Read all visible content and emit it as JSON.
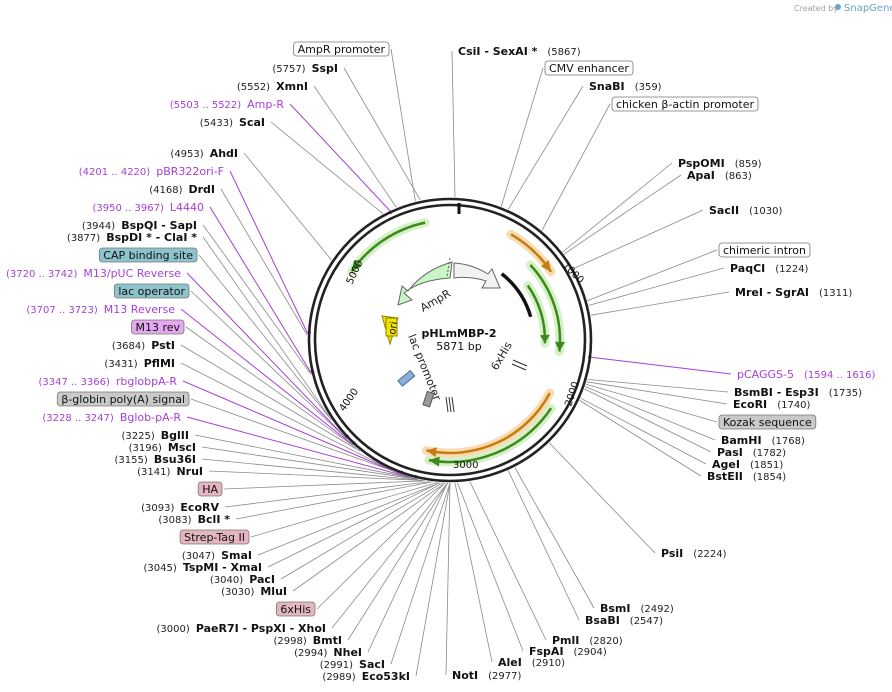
{
  "credit": {
    "text": "Created by",
    "brand": "SnapGene"
  },
  "plasmid": {
    "name": "pHLmMBP-2",
    "size": "5871 bp"
  },
  "ticks": [
    "1000",
    "2000",
    "3000",
    "4000",
    "5000"
  ],
  "inner_labels": {
    "ampr": "AmpR",
    "ori": "ori",
    "lac_promoter": "lac promoter",
    "his": "6xHis"
  },
  "labels": [
    {
      "name": "AmpR promoter",
      "kind": "feature",
      "style": "white"
    },
    {
      "name": "SspI",
      "pos": "(5757)",
      "kind": "enzyme"
    },
    {
      "name": "XmnI",
      "pos": "(5552)",
      "kind": "enzyme"
    },
    {
      "name": "Amp-R",
      "pos": "(5503 .. 5522)",
      "kind": "primer"
    },
    {
      "name": "ScaI",
      "pos": "(5433)",
      "kind": "enzyme"
    },
    {
      "name": "AhdI",
      "pos": "(4953)",
      "kind": "enzyme"
    },
    {
      "name": "pBR322ori-F",
      "pos": "(4201 .. 4220)",
      "kind": "primer"
    },
    {
      "name": "DrdI",
      "pos": "(4168)",
      "kind": "enzyme"
    },
    {
      "name": "L4440",
      "pos": "(3950 .. 3967)",
      "kind": "primer"
    },
    {
      "name": "BspQI  - SapI",
      "pos": "(3944)",
      "kind": "enzyme"
    },
    {
      "name": "BspDI *  - ClaI *",
      "pos": "(3877)",
      "kind": "enzyme"
    },
    {
      "name": "CAP binding site",
      "kind": "feature",
      "style": "teal"
    },
    {
      "name": "M13/pUC Reverse",
      "pos": "(3720 .. 3742)",
      "kind": "primer"
    },
    {
      "name": "lac operator",
      "kind": "feature",
      "style": "teal"
    },
    {
      "name": "M13 Reverse",
      "pos": "(3707 .. 3723)",
      "kind": "primer"
    },
    {
      "name": "M13 rev",
      "kind": "feature",
      "style": "violet"
    },
    {
      "name": "PstI",
      "pos": "(3684)",
      "kind": "enzyme"
    },
    {
      "name": "PflMI",
      "pos": "(3431)",
      "kind": "enzyme"
    },
    {
      "name": "rbglobpA-R",
      "pos": "(3347 .. 3366)",
      "kind": "primer"
    },
    {
      "name": "β-globin poly(A) signal",
      "kind": "feature",
      "style": "gray"
    },
    {
      "name": "Bglob-pA-R",
      "pos": "(3228 .. 3247)",
      "kind": "primer"
    },
    {
      "name": "BglII",
      "pos": "(3225)",
      "kind": "enzyme"
    },
    {
      "name": "MscI",
      "pos": "(3196)",
      "kind": "enzyme"
    },
    {
      "name": "Bsu36I",
      "pos": "(3155)",
      "kind": "enzyme"
    },
    {
      "name": "NruI",
      "pos": "(3141)",
      "kind": "enzyme"
    },
    {
      "name": "HA",
      "kind": "feature",
      "style": "pink"
    },
    {
      "name": "EcoRV",
      "pos": "(3093)",
      "kind": "enzyme"
    },
    {
      "name": "BclI *",
      "pos": "(3083)",
      "kind": "enzyme"
    },
    {
      "name": "Strep-Tag II",
      "kind": "feature",
      "style": "pink"
    },
    {
      "name": "SmaI",
      "pos": "(3047)",
      "kind": "enzyme"
    },
    {
      "name": "TspMI  - XmaI",
      "pos": "(3045)",
      "kind": "enzyme"
    },
    {
      "name": "PacI",
      "pos": "(3040)",
      "kind": "enzyme"
    },
    {
      "name": "MluI",
      "pos": "(3030)",
      "kind": "enzyme"
    },
    {
      "name": "6xHis",
      "kind": "feature",
      "style": "pink"
    },
    {
      "name": "PaeR7I  - PspXI  - XhoI",
      "pos": "(3000)",
      "kind": "enzyme"
    },
    {
      "name": "BmtI",
      "pos": "(2998)",
      "kind": "enzyme"
    },
    {
      "name": "NheI",
      "pos": "(2994)",
      "kind": "enzyme"
    },
    {
      "name": "SacI",
      "pos": "(2991)",
      "kind": "enzyme"
    },
    {
      "name": "Eco53kI",
      "pos": "(2989)",
      "kind": "enzyme"
    },
    {
      "name": "CsiI  - SexAI *",
      "pos": "(5867)",
      "kind": "enzyme"
    },
    {
      "name": "CMV enhancer",
      "kind": "feature",
      "style": "white"
    },
    {
      "name": "SnaBI",
      "pos": "(359)",
      "kind": "enzyme"
    },
    {
      "name": "chicken β-actin promoter",
      "kind": "feature",
      "style": "white"
    },
    {
      "name": "PspOMI",
      "pos": "(859)",
      "kind": "enzyme"
    },
    {
      "name": "ApaI",
      "pos": "(863)",
      "kind": "enzyme"
    },
    {
      "name": "SacII",
      "pos": "(1030)",
      "kind": "enzyme"
    },
    {
      "name": "chimeric intron",
      "kind": "feature",
      "style": "white"
    },
    {
      "name": "PaqCI",
      "pos": "(1224)",
      "kind": "enzyme"
    },
    {
      "name": "MreI  - SgrAI",
      "pos": "(1311)",
      "kind": "enzyme"
    },
    {
      "name": "pCAGGS-5",
      "pos": "(1594 .. 1616)",
      "kind": "primer"
    },
    {
      "name": "BsmBI  - Esp3I",
      "pos": "(1735)",
      "kind": "enzyme"
    },
    {
      "name": "EcoRI",
      "pos": "(1740)",
      "kind": "enzyme"
    },
    {
      "name": "Kozak sequence",
      "kind": "feature",
      "style": "gray"
    },
    {
      "name": "BamHI",
      "pos": "(1768)",
      "kind": "enzyme"
    },
    {
      "name": "PasI",
      "pos": "(1782)",
      "kind": "enzyme"
    },
    {
      "name": "AgeI",
      "pos": "(1851)",
      "kind": "enzyme"
    },
    {
      "name": "BstEII",
      "pos": "(1854)",
      "kind": "enzyme"
    },
    {
      "name": "PsiI",
      "pos": "(2224)",
      "kind": "enzyme"
    },
    {
      "name": "BsmI",
      "pos": "(2492)",
      "kind": "enzyme"
    },
    {
      "name": "BsaBI",
      "pos": "(2547)",
      "kind": "enzyme"
    },
    {
      "name": "PmlI",
      "pos": "(2820)",
      "kind": "enzyme"
    },
    {
      "name": "FspAI",
      "pos": "(2904)",
      "kind": "enzyme"
    },
    {
      "name": "AleI",
      "pos": "(2910)",
      "kind": "enzyme"
    },
    {
      "name": "NotI",
      "pos": "(2977)",
      "kind": "enzyme"
    }
  ],
  "colors": {
    "primer": "#a63fd6",
    "feature_green": "#3a8a1e",
    "feature_orange": "#e6a552",
    "ori_yellow": "#f3e400",
    "teal_box": "#8cc3cc",
    "violet_box": "#e3a8f0",
    "gray_box": "#c9c9c9",
    "pink_box": "#e3b6c0"
  }
}
